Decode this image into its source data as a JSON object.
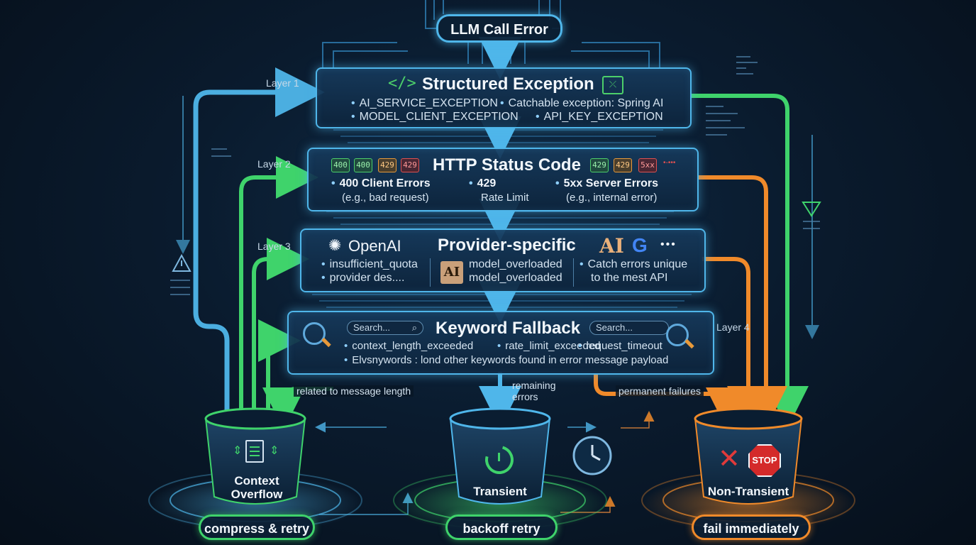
{
  "root": {
    "label": "LLM Call Error"
  },
  "layers": [
    {
      "tag": "Layer 1"
    },
    {
      "tag": "Layer 2"
    },
    {
      "tag": "Layer 3"
    },
    {
      "tag": "Layer 4"
    }
  ],
  "structured_exception": {
    "title": "Structured Exception",
    "items": [
      "AI_SERVICE_EXCEPTION",
      "Catchable exception: Spring AI",
      "MODEL_CLIENT_EXCEPTION",
      "API_KEY_EXCEPTION"
    ]
  },
  "http_status": {
    "title": "HTTP Status Code",
    "left_codes": [
      "400",
      "400",
      "429",
      "429"
    ],
    "right_codes": [
      "429",
      "429",
      "5xx"
    ],
    "columns": [
      {
        "head": "400 Client Errors",
        "sub": "(e.g., bad request)"
      },
      {
        "head": "429",
        "sub": "Rate Limit"
      },
      {
        "head": "5xx Server Errors",
        "sub": "(e.g., internal error)"
      }
    ]
  },
  "provider": {
    "title": "Provider-specific",
    "openai_label": "OpenAI",
    "anthropic_logo": "AI",
    "google_logo": "G",
    "more": "•••",
    "openai_items": [
      "insufficient_quota",
      "provider des...."
    ],
    "anthropic_items": [
      "model_overloaded",
      "model_overloaded"
    ],
    "note": [
      "Catch errors unique",
      "to the mest API"
    ]
  },
  "keyword": {
    "title": "Keyword Fallback",
    "search_left": "Search...",
    "search_right": "Search...",
    "keywords": [
      "context_length_exceeded",
      "rate_limit_exceeded",
      "request_timeout"
    ],
    "note": "Elvsnywords : lond other keywords found in error message payload"
  },
  "edges": {
    "length": "related to message length",
    "remaining_1": "remaining",
    "remaining_2": "errors",
    "permanent": "permanent failures"
  },
  "outcomes": [
    {
      "label_1": "Context",
      "label_2": "Overflow",
      "action": "compress & retry",
      "color": "#3fd36b"
    },
    {
      "label_1": "Transient",
      "label_2": "",
      "action": "backoff retry",
      "color": "#3fd36b"
    },
    {
      "label_1": "Non-Transient",
      "label_2": "",
      "action": "fail immediately",
      "color": "#f08a2a"
    }
  ],
  "stop_sign": "STOP",
  "colors": {
    "blue": "#4fb6ea",
    "green": "#3fd36b",
    "orange": "#f08a2a"
  }
}
